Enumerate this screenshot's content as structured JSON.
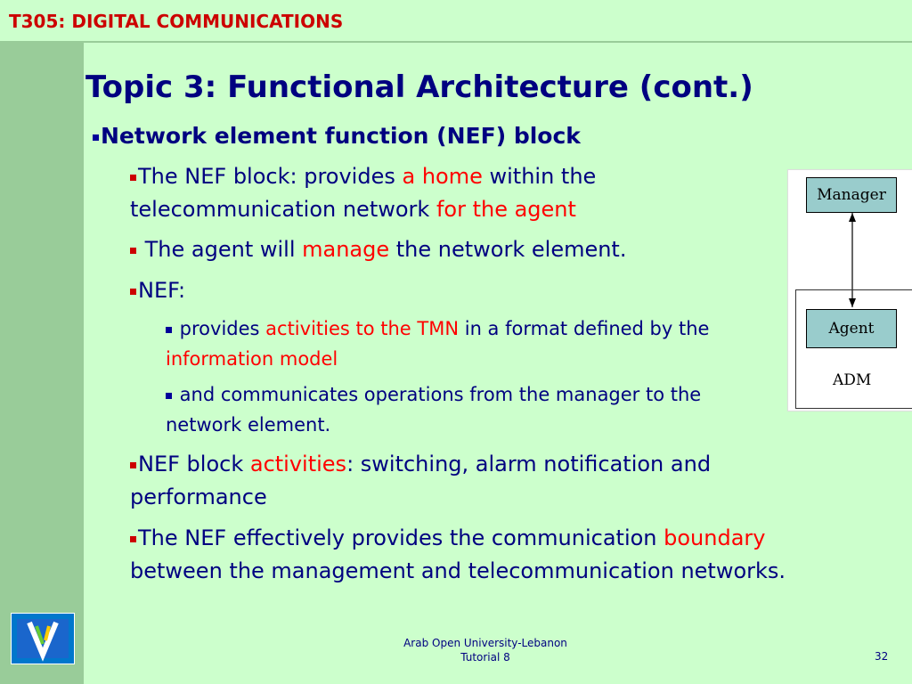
{
  "header": {
    "course": "T305: DIGITAL COMMUNICATIONS"
  },
  "slide": {
    "title": "Topic 3: Functional Architecture (cont.)",
    "l1": "Network element function (NEF) block",
    "p1": {
      "a": "The NEF block: provides ",
      "b": "a home",
      "c": " within the telecommunication network ",
      "d": "for the agent"
    },
    "p2": {
      "a": " The agent will ",
      "b": "manage",
      "c": " the network element."
    },
    "p3": {
      "a": "NEF:"
    },
    "p4": {
      "a": " provides ",
      "b": "activities to the TMN",
      "c": " in a format defined by the ",
      "d": "information model"
    },
    "p5": {
      "a": " and communicates operations from the manager to the network element."
    },
    "p6": {
      "a": "NEF block ",
      "b": "activities",
      "c": ": switching, alarm notification and performance"
    },
    "p7": {
      "a": "The NEF effectively provides the communication ",
      "b": "boundary",
      "c": " between the management and telecommunication networks."
    }
  },
  "diagram": {
    "manager": "Manager",
    "agent": "Agent",
    "adm": "ADM"
  },
  "footer": {
    "line1": "Arab Open University-Lebanon",
    "line2": "Tutorial 8",
    "page": "32"
  },
  "colors": {
    "background": "#ccffcc",
    "sidebar": "#99cc99",
    "title": "#000080",
    "highlight": "#ff0000",
    "course": "#cc0000"
  }
}
